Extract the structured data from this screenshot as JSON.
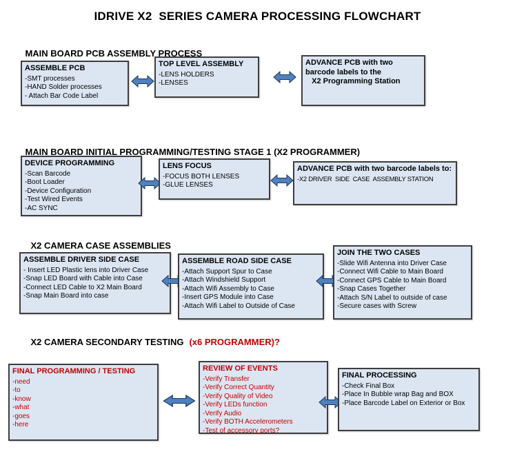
{
  "title": "IDRIVE X2  SERIES CAMERA PROCESSING FLOWCHART",
  "colors": {
    "box_fill": "#dce6f2",
    "box_border": "#3d3d3d",
    "arrow_fill": "#4f81bd",
    "red_text": "#c00000"
  },
  "sections": {
    "s1": {
      "heading": "MAIN BOARD PCB ASSEMBLY PROCESS",
      "box1": {
        "title": "ASSEMBLE PCB",
        "items": [
          "-SMT processes",
          "-HAND Solder processes",
          "- Attach Bar Code Label"
        ]
      },
      "box2": {
        "title": "TOP LEVEL ASSEMBLY",
        "items": [
          "-LENS HOLDERS",
          "-LENSES"
        ]
      },
      "box3": {
        "title": "ADVANCE PCB with two\nbarcode labels to the\n   X2 Programming Station",
        "items": []
      }
    },
    "s2": {
      "heading": "MAIN BOARD INITIAL PROGRAMMING/TESTING STAGE 1 (X2 PROGRAMMER)",
      "box1": {
        "title": "DEVICE PROGRAMMING",
        "items": [
          "-Scan Barcode",
          "-Boot Loader",
          "-Device Configuration",
          "-Test Wired Events",
          "-AC SYNC"
        ]
      },
      "box2": {
        "title": "LENS FOCUS",
        "items": [
          "-FOCUS BOTH LENSES",
          "-GLUE LENSES"
        ]
      },
      "box3": {
        "title": "ADVANCE PCB with two barcode labels to:",
        "items": [
          "-X2 DRIVER  SIDE  CASE  ASSEMBLY STATION"
        ]
      }
    },
    "s3": {
      "heading": "X2 CAMERA CASE ASSEMBLIES",
      "box1": {
        "title": "ASSEMBLE DRIVER SIDE CASE",
        "items": [
          "- Insert LED Plastic lens into Driver Case",
          "-Snap LED Board with Cable into Case",
          "-Connect LED Cable to X2 Main Board",
          "-Snap Main Board into case"
        ]
      },
      "box2": {
        "title": "ASSEMBLE ROAD SIDE CASE",
        "items": [
          "-Attach Support Spur to Case",
          "-Attach Windshield Support",
          "-Attach Wifi Assembly to Case",
          "-Insert GPS Module into Case",
          "-Attach Wifi Label to Outside of Case"
        ]
      },
      "box3": {
        "title": "JOIN THE TWO CASES",
        "items": [
          "-Slide Wifi Antenna into Driver Case",
          "-Connect Wifi Cable to Main Board",
          "-Connect GPS Cable to Main Board",
          "-Snap Cases Together",
          "-Attach S/N Label to outside of case",
          "-Secure cases with Screw"
        ]
      }
    },
    "s4": {
      "heading": "X2 CAMERA SECONDARY TESTING",
      "heading_red": "(x6 PROGRAMMER)?",
      "box1": {
        "title": "FINAL PROGRAMMING / TESTING",
        "items": [
          "-need",
          "-to",
          "-know",
          "-what",
          "-goes",
          "-here"
        ]
      },
      "box2": {
        "title": "REVIEW OF EVENTS",
        "items": [
          "-Verify Transfer",
          "-Verify Correct Quantity",
          "-Verify Quality of Video",
          "-Verify LEDs function",
          "-Verify Audio",
          "-Verify BOTH Accelerometers",
          "-Test of accessory ports?"
        ]
      },
      "box3": {
        "title": "FINAL PROCESSING",
        "items": [
          "-Check Final Box",
          "-Place In Bubble wrap Bag and BOX",
          "-Place Barcode Label on Exterior or Box"
        ]
      }
    }
  }
}
